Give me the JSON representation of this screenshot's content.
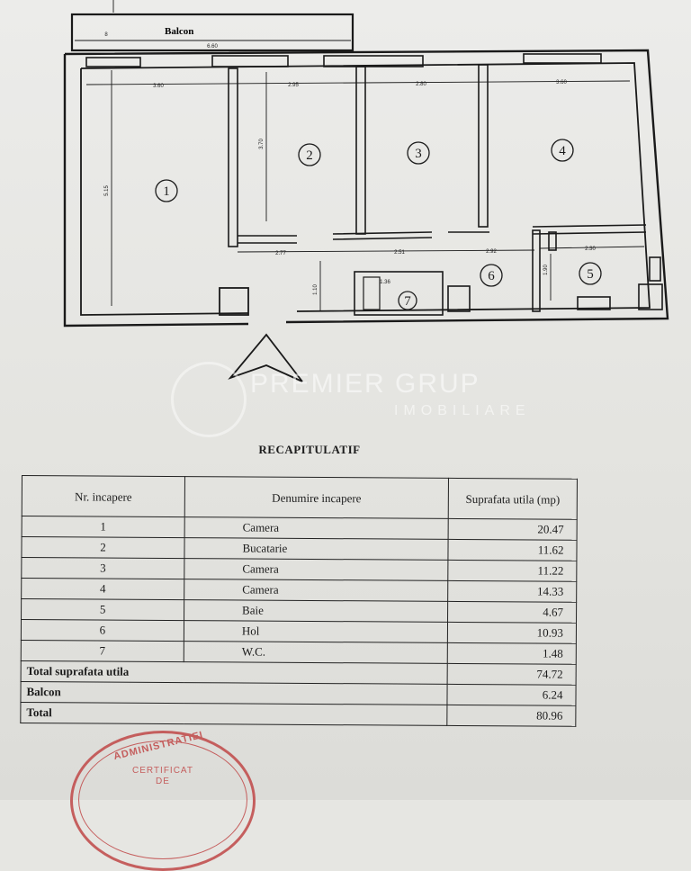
{
  "plan": {
    "balcony_label": "Balcon",
    "rooms": [
      "1",
      "2",
      "3",
      "4",
      "5",
      "6",
      "7"
    ],
    "dims": {
      "balcony_width": "6.60",
      "r1_width": "3.60",
      "r2_width": "2.95",
      "r3_width": "2.80",
      "r4_width": "3.60",
      "r1_height": "5.15",
      "r2_height": "3.70",
      "r2_lower": "2.77",
      "r3_lower": "2.51",
      "r6_width": "2.92",
      "r5_width": "2.30",
      "r7_width": "1.36",
      "r7_height": "1.90",
      "hol_height": "1.10",
      "balcony_depth": "8"
    }
  },
  "watermark": {
    "line1": "PREMIER GRUP",
    "line2": "IMOBILIARE"
  },
  "recap": {
    "title": "RECAPITULATIF",
    "headers": {
      "nr": "Nr. incapere",
      "name": "Denumire incapere",
      "area": "Suprafata utila (mp)"
    },
    "rows": [
      {
        "nr": "1",
        "name": "Camera",
        "area": "20.47"
      },
      {
        "nr": "2",
        "name": "Bucatarie",
        "area": "11.62"
      },
      {
        "nr": "3",
        "name": "Camera",
        "area": "11.22"
      },
      {
        "nr": "4",
        "name": "Camera",
        "area": "14.33"
      },
      {
        "nr": "5",
        "name": "Baie",
        "area": "4.67"
      },
      {
        "nr": "6",
        "name": "Hol",
        "area": "10.93"
      },
      {
        "nr": "7",
        "name": "W.C.",
        "area": "1.48"
      }
    ],
    "total_util_label": "Total suprafata utila",
    "total_util": "74.72",
    "balcon_label": "Balcon",
    "balcon": "6.24",
    "total_label": "Total",
    "total": "80.96"
  },
  "stamp": {
    "line1": "ADMINISTRATIEI",
    "line2": "CERTIFICAT",
    "line3": "DE"
  }
}
